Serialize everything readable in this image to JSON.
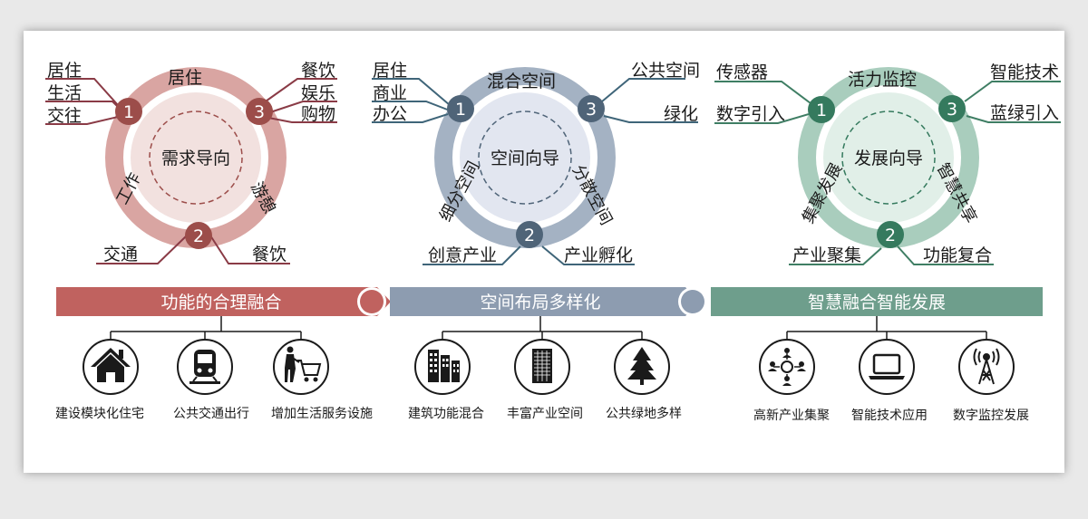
{
  "colors": {
    "red": "#c0625f",
    "red_ring": "#d9a5a2",
    "red_inner": "#f2e1df",
    "red_num": "#9c4d4a",
    "red_line": "#8a3b46",
    "blue": "#8d9cb0",
    "blue_ring": "#a4b2c3",
    "blue_inner": "#e2e6f0",
    "blue_num": "#4f6478",
    "blue_line": "#3f6579",
    "green": "#6e9e8c",
    "green_ring": "#a9cdbd",
    "green_inner": "#e1efe8",
    "green_num": "#357a5e",
    "green_line": "#3f7e64",
    "dark": "#1a1a1a"
  },
  "circles": [
    {
      "center_label": "需求导向",
      "arc_top": "居住",
      "arc_left": "工作",
      "arc_right": "游憩",
      "nums": [
        "1",
        "3",
        "2"
      ],
      "left_labels": [
        "居住",
        "生活",
        "交往"
      ],
      "right_labels": [
        "餐饮",
        "娱乐",
        "购物"
      ],
      "bottom_left": "交通",
      "bottom_right": "餐饮"
    },
    {
      "center_label": "空间向导",
      "arc_top": "混合空间",
      "arc_left": "细分空间",
      "arc_right": "分散空间",
      "nums": [
        "1",
        "3",
        "2"
      ],
      "left_labels": [
        "居住",
        "商业",
        "办公"
      ],
      "right_labels": [
        "公共空间",
        "绿化"
      ],
      "bottom_left": "创意产业",
      "bottom_right": "产业孵化"
    },
    {
      "center_label": "发展向导",
      "arc_top": "活力监控",
      "arc_left": "集聚发展",
      "arc_right": "智慧共享",
      "nums": [
        "1",
        "3",
        "2"
      ],
      "left_labels": [
        "传感器",
        "数字引入"
      ],
      "right_labels": [
        "智能技术",
        "蓝绿引入"
      ],
      "bottom_left": "产业聚集",
      "bottom_right": "功能复合"
    }
  ],
  "bars": [
    "功能的合理融合",
    "空间布局多样化",
    "智慧融合智能发展"
  ],
  "icons": [
    {
      "name": "house-icon",
      "label": "建设模块化住宅"
    },
    {
      "name": "train-icon",
      "label": "公共交通出行"
    },
    {
      "name": "shopping-cart-icon",
      "label": "增加生活服务设施"
    },
    {
      "name": "buildings-icon",
      "label": "建筑功能混合"
    },
    {
      "name": "tower-building-icon",
      "label": "丰富产业空间"
    },
    {
      "name": "tree-icon",
      "label": "公共绿地多样"
    },
    {
      "name": "network-people-icon",
      "label": "高新产业集聚"
    },
    {
      "name": "laptop-icon",
      "label": "智能技术应用"
    },
    {
      "name": "signal-tower-icon",
      "label": "数字监控发展"
    }
  ]
}
